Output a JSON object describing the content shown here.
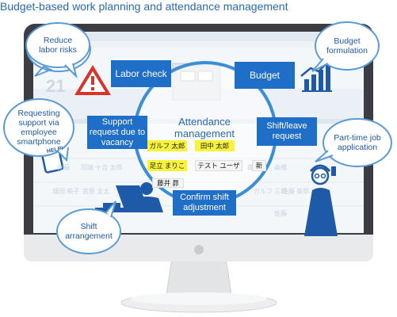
{
  "title": "Budget-based work planning and attendance management",
  "center_label": "Attendance management",
  "buttons": {
    "labor_check": "Labor check",
    "budget": "Budget",
    "support_request": "Support request due to vacancy",
    "shift_leave": "Shift/leave request",
    "confirm_shift": "Confirm shift adjustment"
  },
  "bubbles": {
    "reduce_labor": "Reduce labor risks",
    "budget_formulation": "Budget formulation",
    "requesting_support": "Requesting support via employee smartphone",
    "part_time": "Part-time job application",
    "shift_arrangement": "Shift arrangement"
  },
  "screen": {
    "big_number": "21",
    "help_text": "HELP!"
  },
  "staff_tags": [
    "ガルフ 太郎",
    "田中 太郎",
    "足立 まりこ",
    "テスト ユーザ",
    "藤井 昴",
    "新"
  ],
  "ghost_tags": [
    "佐藤",
    "田端 十吉 太郎",
    "高橋",
    "畑田 萌子",
    "宮原 圭太",
    "ガルフ 三郎",
    "佐藤 英郎",
    "森",
    "佐藤"
  ],
  "colors": {
    "accent": "#1f6ec8",
    "bubble_border": "#5b9bd5",
    "warning": "#d9332b"
  }
}
